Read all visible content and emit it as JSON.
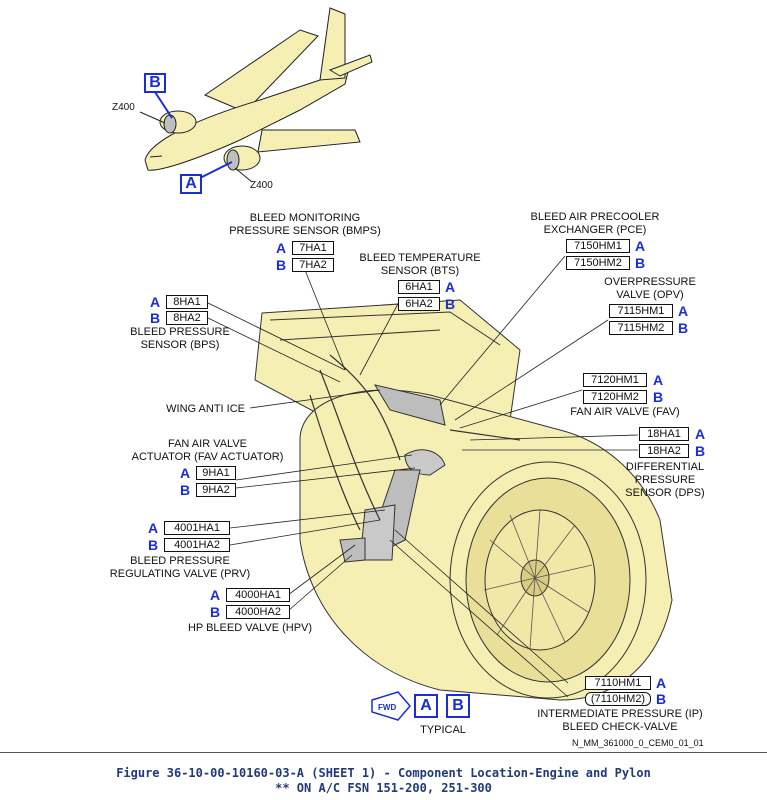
{
  "diagram": {
    "views": {
      "a": "A",
      "b": "B"
    },
    "zones": {
      "top": "Z400",
      "bottom": "Z400"
    },
    "components": {
      "bmps": {
        "label_1": "BLEED MONITORING",
        "label_2": "PRESSURE SENSOR (BMPS)",
        "ref_a": "7HA1",
        "ref_b": "7HA2"
      },
      "bts": {
        "label_1": "BLEED TEMPERATURE",
        "label_2": "SENSOR (BTS)",
        "ref_a": "6HA1",
        "ref_b": "6HA2"
      },
      "pce": {
        "label_1": "BLEED AIR PRECOOLER",
        "label_2": "EXCHANGER (PCE)",
        "ref_a": "7150HM1",
        "ref_b": "7150HM2"
      },
      "opv": {
        "label_1": "OVERPRESSURE",
        "label_2": "VALVE (OPV)",
        "ref_a": "7115HM1",
        "ref_b": "7115HM2"
      },
      "bps": {
        "label_1": "BLEED PRESSURE",
        "label_2": "SENSOR (BPS)",
        "ref_a": "8HA1",
        "ref_b": "8HA2"
      },
      "fav": {
        "label_1": "FAN AIR VALVE (FAV)",
        "ref_a": "7120HM1",
        "ref_b": "7120HM2"
      },
      "wai": {
        "label_1": "WING ANTI ICE"
      },
      "dps": {
        "label_1": "DIFFERENTIAL",
        "label_2": "PRESSURE",
        "label_3": "SENSOR (DPS)",
        "ref_a": "18HA1",
        "ref_b": "18HA2"
      },
      "favact": {
        "label_1": "FAN AIR VALVE",
        "label_2": "ACTUATOR (FAV ACTUATOR)",
        "ref_a": "9HA1",
        "ref_b": "9HA2"
      },
      "prv": {
        "label_1": "BLEED PRESSURE",
        "label_2": "REGULATING VALVE (PRV)",
        "ref_a": "4001HA1",
        "ref_b": "4001HA2"
      },
      "hpv": {
        "label_1": "HP BLEED VALVE (HPV)",
        "ref_a": "4000HA1",
        "ref_b": "4000HA2"
      },
      "ip": {
        "label_1": "INTERMEDIATE PRESSURE (IP)",
        "label_2": "BLEED CHECK-VALVE",
        "ref_a": "7110HM1",
        "ref_b": "(7110HM2)"
      }
    },
    "fwd": "FWD",
    "typical": "TYPICAL",
    "drawing_code": "N_MM_361000_0_CEM0_01_01"
  },
  "caption": {
    "line1": "Figure 36-10-00-10160-03-A (SHEET 1) - Component Location-Engine and Pylon",
    "line2": "** ON A/C FSN 151-200, 251-300"
  },
  "colors": {
    "fill": "#f6efb4",
    "view_blue": "#1a2ed6",
    "caption_blue": "#213a78"
  }
}
